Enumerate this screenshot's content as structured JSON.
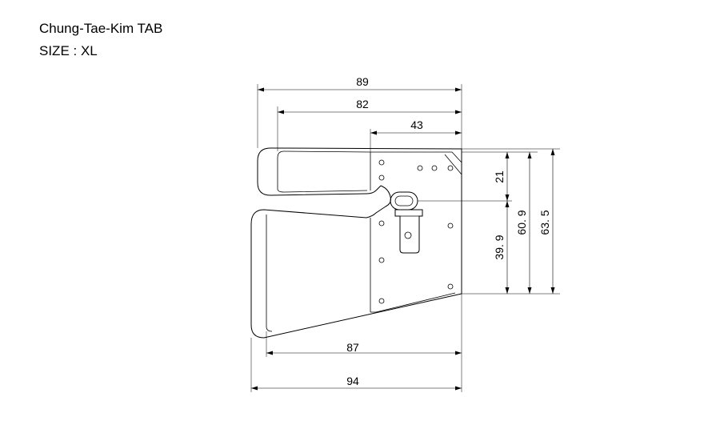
{
  "header": {
    "title": "Chung-Tae-Kim TAB",
    "size_line": "SIZE : XL"
  },
  "dimensions": {
    "top_overall": "89",
    "top_inner": "82",
    "top_plate": "43",
    "right_upper": "21",
    "right_lower": "39. 9",
    "right_plate": "60. 9",
    "right_overall": "63. 5",
    "bottom_inner": "87",
    "bottom_overall": "94"
  }
}
